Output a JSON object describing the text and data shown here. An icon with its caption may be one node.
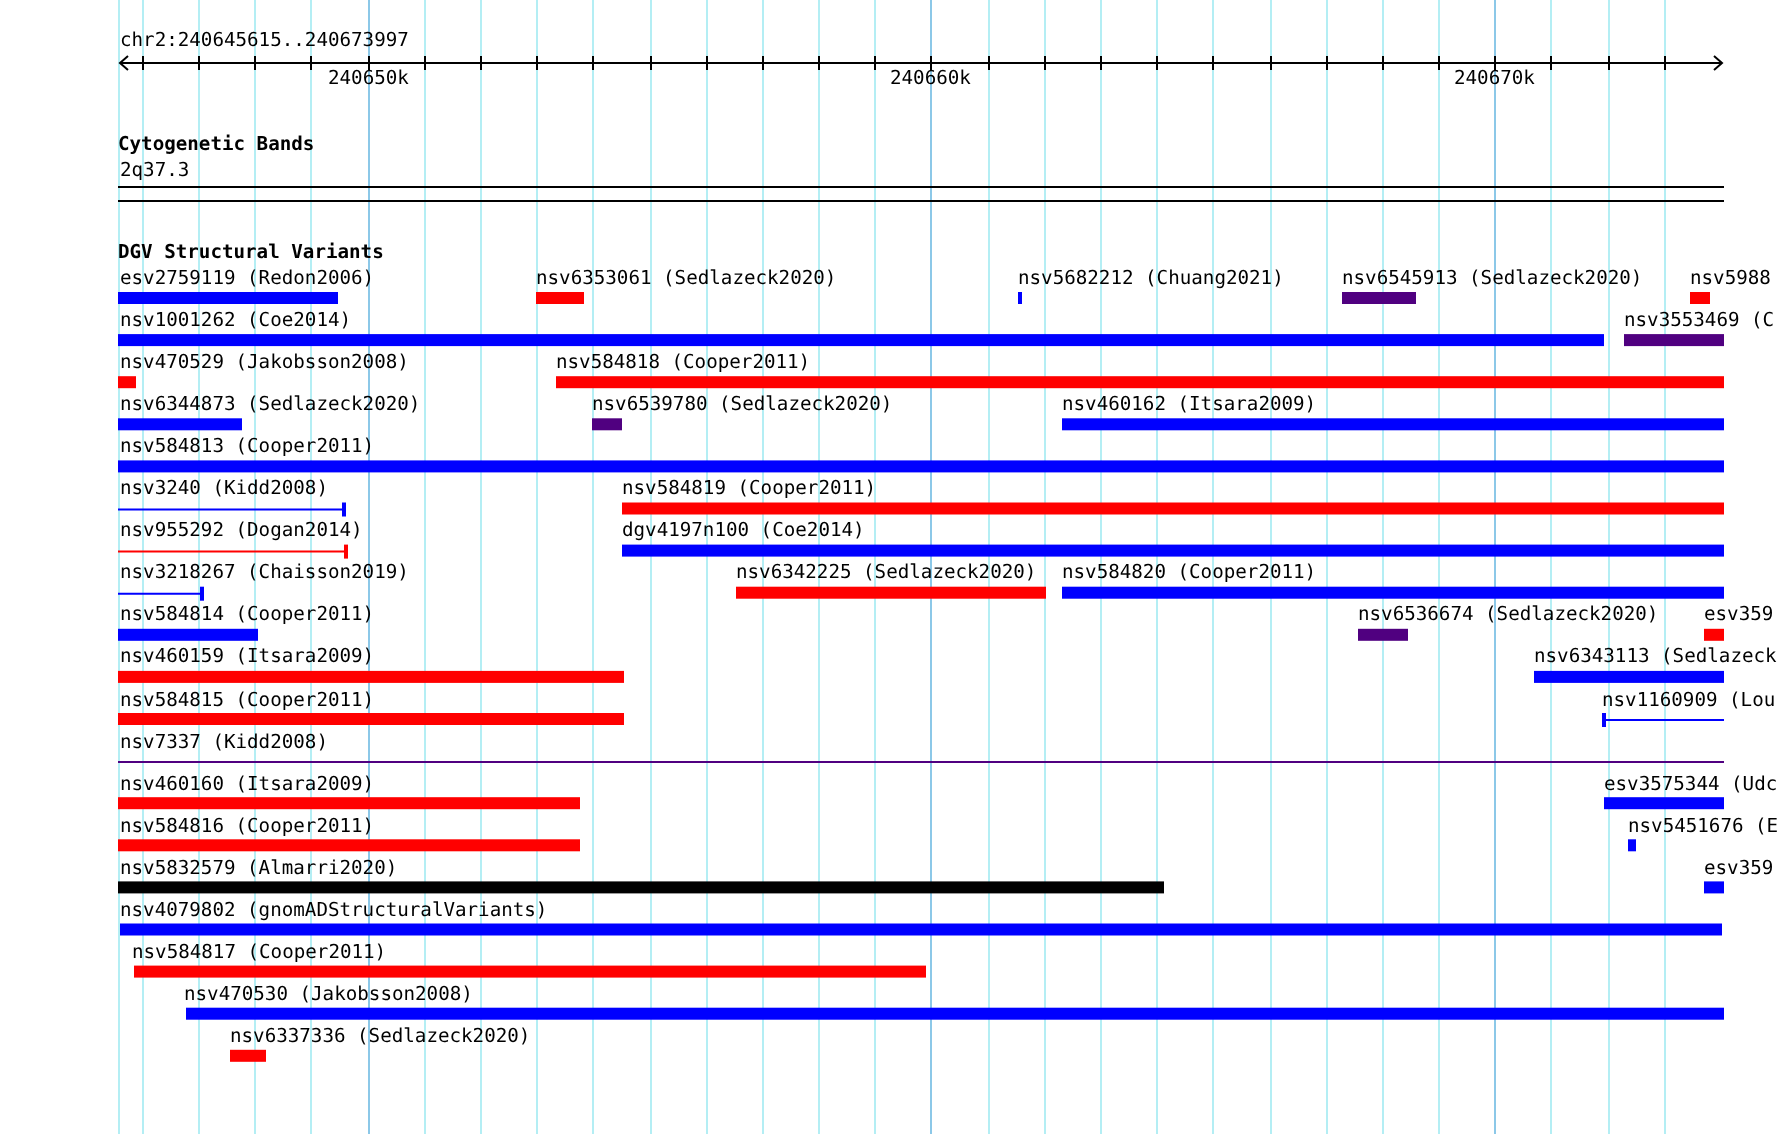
{
  "diagram": {
    "labels": [
      "chr2:240645615..240673997",
      "240650k",
      "240660k",
      "240670k",
      "Cytogenetic Bands",
      "2q37.3",
      "DGV Structural Variants",
      "esv2759119 (Redon2006)",
      "nsv6353061 (Sedlazeck2020)",
      "nsv5682212 (Chuang2021)",
      "nsv6545913 (Sedlazeck2020)",
      "nsv5988",
      "nsv1001262 (Coe2014)",
      "nsv3553469 (C",
      "nsv470529 (Jakobsson2008)",
      "nsv584818 (Cooper2011)",
      "nsv6344873 (Sedlazeck2020)",
      "nsv6539780 (Sedlazeck2020)",
      "nsv460162 (Itsara2009)",
      "nsv584813 (Cooper2011)",
      "nsv3240 (Kidd2008)",
      "nsv584819 (Cooper2011)",
      "nsv955292 (Dogan2014)",
      "dgv4197n100 (Coe2014)",
      "nsv3218267 (Chaisson2019)",
      "nsv6342225 (Sedlazeck2020)",
      "nsv584820 (Cooper2011)",
      "nsv584814 (Cooper2011)",
      "nsv6536674 (Sedlazeck2020)",
      "esv359",
      "nsv460159 (Itsara2009)",
      "nsv6343113 (Sedlazeck",
      "nsv584815 (Cooper2011)",
      "nsv1160909 (Lou",
      "nsv7337 (Kidd2008)",
      "nsv460160 (Itsara2009)",
      "esv3575344 (Udc",
      "nsv584816 (Cooper2011)",
      "nsv5451676 (E",
      "nsv5832579 (Almarri2020)",
      "esv359",
      "nsv4079802 (gnomADStructuralVariants)",
      "nsv584817 (Cooper2011)",
      "nsv470530 (Jakobsson2008)",
      "nsv6337336 (Sedlazeck2020)"
    ]
  }
}
